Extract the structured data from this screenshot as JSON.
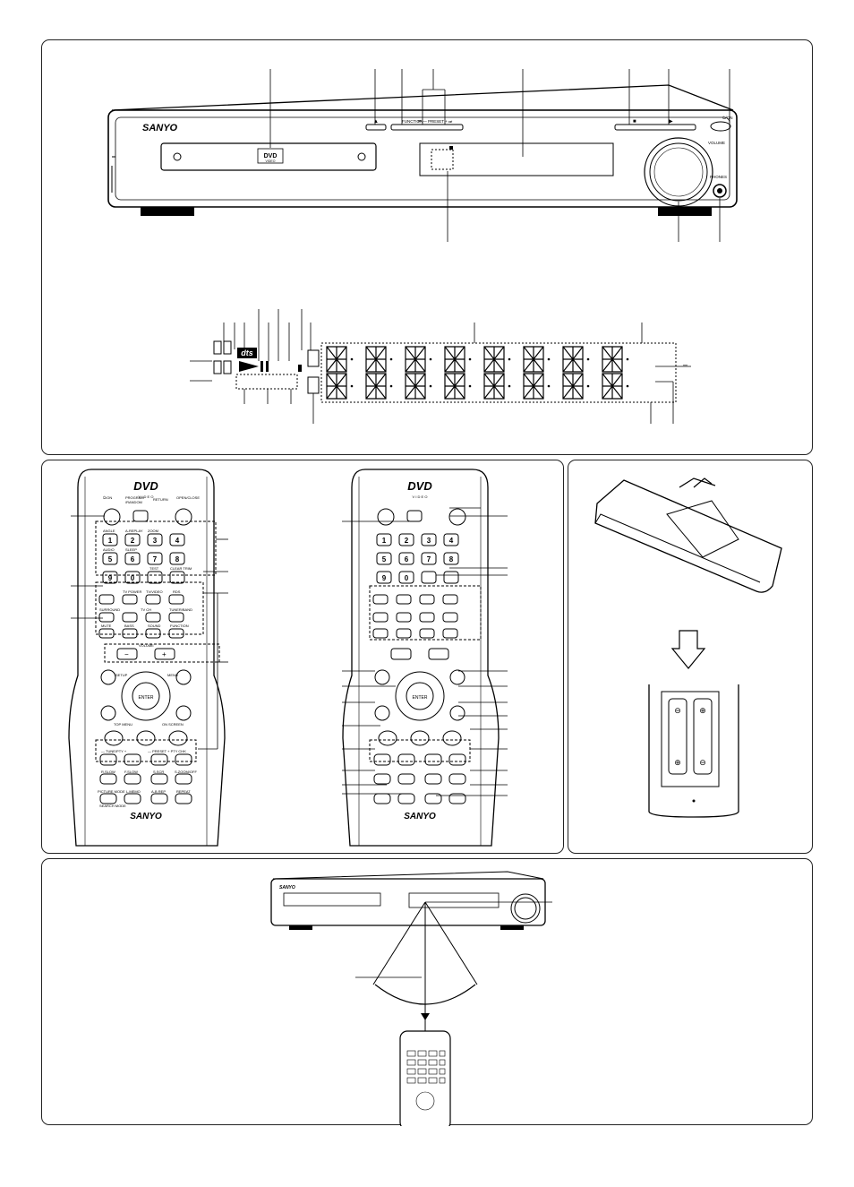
{
  "brand": "SANYO",
  "front_panel": {
    "eject": "▲",
    "function": "FUNCTION",
    "preset": "⏮ — PRESET + ⏭",
    "stop": "■",
    "play": "▶",
    "power": "⏻/ON",
    "volume": "VOLUME",
    "phones": "PHONES",
    "dvd_logo": "DVD",
    "dvd_sub": "VIDEO"
  },
  "remote": {
    "dvd_logo": "DVD",
    "dvd_sub": "VIDEO",
    "power": "⏻/ON",
    "program": "PROGRAM /RANDOM",
    "return": "RETURN",
    "open_close": "OPEN/CLOSE",
    "angle": "ANGLE",
    "a_replay": "A-REPLAY",
    "zoom": "ZOOM",
    "audio": "AUDIO",
    "sleep": "SLEEP",
    "test": "TEST",
    "clear_trim": "CLEAR TRIM",
    "digits": [
      "1",
      "2",
      "3",
      "4",
      "5",
      "6",
      "7",
      "8",
      "9",
      "0"
    ],
    "rds": "RDS",
    "tv_power": "TV POWER",
    "tv_video": "TV/VIDEO",
    "surround": "SURROUND",
    "tv_ch": "TV CH",
    "tuner_band": "TUNER/BAND",
    "mute": "MUTE",
    "bass": "BASS",
    "sound": "SOUND",
    "function": "FUNCTION",
    "volume": "VOLUME",
    "vol_minus": "−",
    "vol_plus": "+",
    "setup": "SETUP",
    "menu": "MENU",
    "enter": "ENTER",
    "top_menu": "TOP MENU",
    "on_screen": "ON SCREEN",
    "tune_pty": "— TUNE/PTY +",
    "preset_pty": "— PRESET + PTY CHK",
    "r_slow": "R.SLOW",
    "f_slow": "F.SLOW",
    "s_scr": "S.SCR",
    "s_zoom": "S.ZOOM/OFF",
    "picture_mode": "PICTURE MODE",
    "l_memo": "L.MEMO",
    "a_b_rep": "A-B REP",
    "repeat": "REPEAT",
    "search_mode": "SEARCH MODE"
  },
  "display": {
    "dts": "dts"
  }
}
